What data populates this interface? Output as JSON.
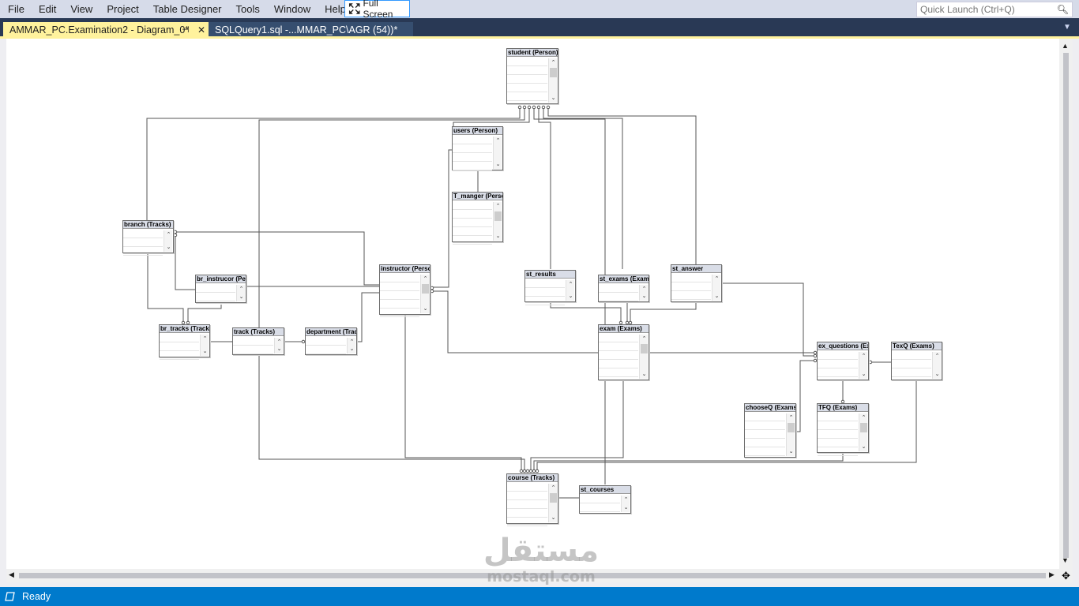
{
  "menu": [
    "File",
    "Edit",
    "View",
    "Project",
    "Table Designer",
    "Tools",
    "Window",
    "Help"
  ],
  "toolbar": {
    "fullscreen_label": "Full Screen"
  },
  "quick_launch": {
    "placeholder": "Quick Launch (Ctrl+Q)"
  },
  "tabs": [
    {
      "label": "AMMAR_PC.Examination2 - Diagram_0*",
      "active": true
    },
    {
      "label": "SQLQuery1.sql -...MMAR_PC\\AGR (54))*",
      "active": false
    }
  ],
  "tab_pin_glyph": "⊣",
  "tab_close_glyph": "✕",
  "diagram": {
    "tables": [
      {
        "id": "student",
        "title": "student (Person)"
      },
      {
        "id": "users",
        "title": "users (Person)"
      },
      {
        "id": "t_manager",
        "title": "T_manger (Perso"
      },
      {
        "id": "branch",
        "title": "branch (Tracks)"
      },
      {
        "id": "br_instructor",
        "title": "br_instrucor (Per"
      },
      {
        "id": "instructor",
        "title": "instructor (Perso"
      },
      {
        "id": "br_tracks",
        "title": "br_tracks (Tracks"
      },
      {
        "id": "track",
        "title": "track (Tracks)"
      },
      {
        "id": "department",
        "title": "department (Trac"
      },
      {
        "id": "st_results",
        "title": "st_results"
      },
      {
        "id": "st_exams",
        "title": "st_exams (Exams"
      },
      {
        "id": "st_answer",
        "title": "st_answer"
      },
      {
        "id": "exam",
        "title": "exam (Exams)"
      },
      {
        "id": "ex_questions",
        "title": "ex_questions (Exa"
      },
      {
        "id": "texq",
        "title": "TexQ (Exams)"
      },
      {
        "id": "choose_q",
        "title": "chooseQ (Exams)"
      },
      {
        "id": "tfq",
        "title": "TFQ (Exams)"
      },
      {
        "id": "course",
        "title": "course (Tracks)"
      },
      {
        "id": "st_courses",
        "title": "st_courses"
      }
    ]
  },
  "scroll": {
    "up": "▲",
    "down": "▼",
    "left": "◀",
    "right": "▶"
  },
  "navigator_glyph": "✥",
  "watermark": {
    "arabic": "مستقل",
    "latin": "mostaql.com"
  },
  "status": {
    "text": "Ready"
  },
  "colors": {
    "status_bar": "#007acc",
    "active_tab": "#fff29d",
    "tab_strip": "#293955"
  }
}
